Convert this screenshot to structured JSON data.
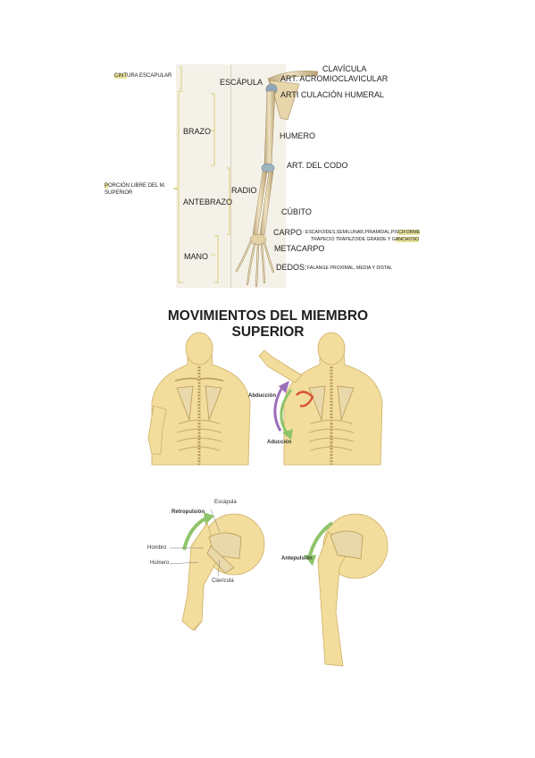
{
  "section1": {
    "left_labels": {
      "cintura": {
        "pre": "CINT",
        "post": "URA ESCAPULAR"
      },
      "porcion": {
        "pre": "P",
        "line1_post": "ORCIÓN LIBRE DEL M.",
        "line2": "SUPERIOR"
      }
    },
    "regions": {
      "brazo": "BRAZO",
      "antebrazo": "ANTEBRAZO",
      "mano": "MANO"
    },
    "bones": {
      "escapula": "ESCÁPULA",
      "clavicula": "CLAVÍCULA",
      "art_acromio": "ART. ACROMIOCLAVICULAR",
      "art_humeral": "ARTI CULACIÓN HUMERAL",
      "humero": "HUMERO",
      "art_codo": "ART. DEL CODO",
      "radio": "RADIO",
      "cubito": "CÚBITO",
      "carpo": "CARPO",
      "carpo_detail_1_pre": ": ESCAFOIDES,SEMILUNAR,PIRAMIDAL,PIS",
      "carpo_detail_1_hl": "CIFORME",
      "carpo_detail_2_pre": "TRAPECIO TRAPEZOIDE GRANDE Y G",
      "carpo_detail_2_hl": "ANCHOSO",
      "metacarpo": "METACARPO",
      "dedos": "DEDOS:",
      "dedos_detail": "FALANGE PROXIMAL, MEDIA Y DISTAL"
    }
  },
  "section2": {
    "title_line1": "MOVIMIENTOS DEL MIEMBRO",
    "title_line2": "SUPERIOR",
    "abduccion": "Abducción",
    "aduccion": "Aducción"
  },
  "section3": {
    "retropulsion": "Retropulsión",
    "escapula": "Escápula",
    "hombro": "Hombro",
    "humero": "Húmero",
    "clavicula": "Clavícula",
    "antepulsion": "Antepulsión"
  },
  "colors": {
    "skin": "#f3dd9c",
    "skin_dark": "#d9b86a",
    "bone": "#efe3c2",
    "bone_shadow": "#bba57a",
    "arrow_green": "#8fc46a",
    "arrow_purple": "#9a6fb8",
    "highlight": "#e9e49a",
    "bracket": "#d8cf7a"
  }
}
